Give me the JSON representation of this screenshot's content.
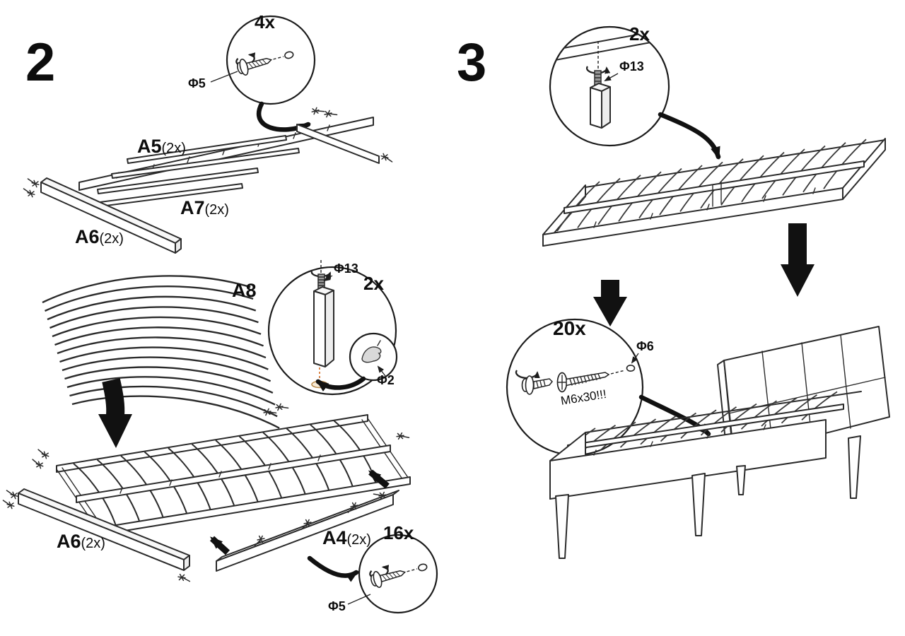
{
  "page": {
    "background": "#ffffff",
    "ink": "#1a1a1a"
  },
  "step2": {
    "number": "2",
    "callout_screw_top": {
      "count": "4x",
      "diameter": "Φ5"
    },
    "parts": {
      "a5": {
        "code": "A5",
        "qty": "(2x)"
      },
      "a7": {
        "code": "A7",
        "qty": "(2x)"
      },
      "a6_rail": {
        "code": "A6",
        "qty": "(2x)"
      },
      "a8_slats": {
        "code": "A8"
      },
      "a6_rail_2": {
        "code": "A6",
        "qty": "(2x)"
      },
      "a4_rail": {
        "code": "A4",
        "qty": "(2x)"
      }
    },
    "callout_leg": {
      "diameter_stud": "Φ13",
      "count": "2x",
      "diameter_pad": "Φ2"
    },
    "callout_screw_bottom": {
      "count": "16x",
      "diameter": "Φ5"
    }
  },
  "step3": {
    "number": "3",
    "callout_leg": {
      "count": "2x",
      "diameter_stud": "Φ13"
    },
    "callout_screw": {
      "count": "20x",
      "diameter_hole": "Φ6",
      "screw_size": "M6x30!!!"
    }
  }
}
